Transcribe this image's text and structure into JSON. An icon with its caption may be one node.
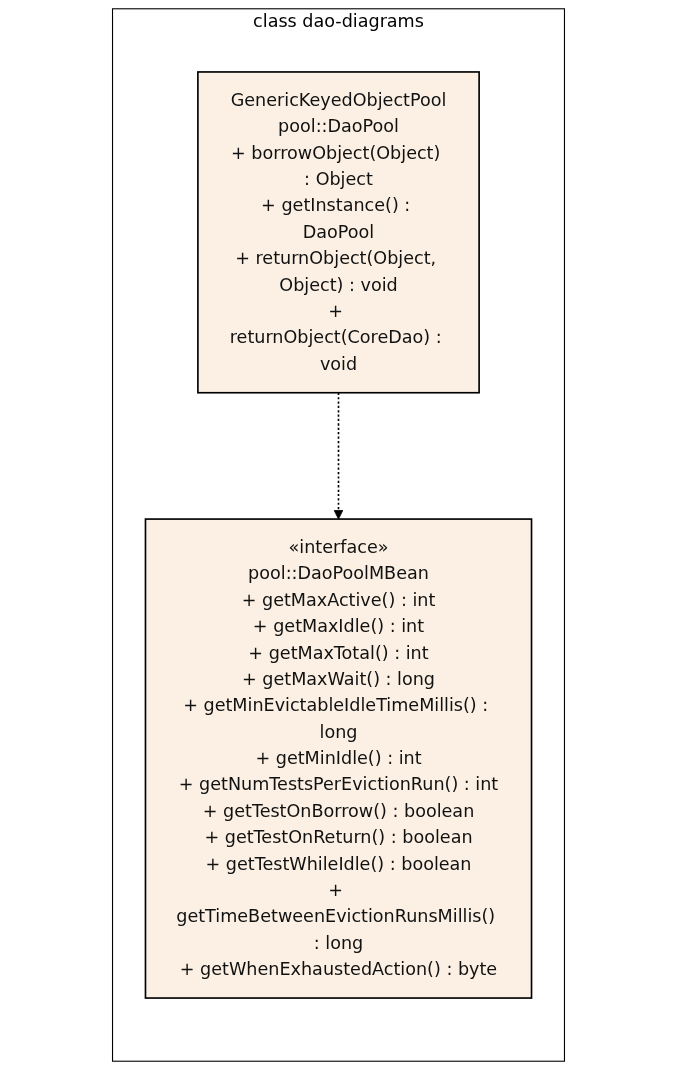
{
  "diagram": {
    "nodes": [
      {
        "text": [
          "class dao-diagrams"
        ]
      },
      {
        "text": [
          "«interface»",
          "pool::DaoPoolMBean",
          "+ getMaxActive() : int",
          "+ getMaxIdle() : int",
          "+ getMaxTotal() : int",
          "+ getMaxWait() : long",
          "+ getMinEvictableIdleTimeMillis() : long",
          "+ getMinIdle() : int",
          "+ getNumTestsPerEvictionRun() : int",
          "+ getTestOnBorrow() : boolean",
          "+ getTestOnReturn() : boolean",
          "+ getTestWhileIdle() : boolean",
          "+ getTimeBetweenEvictionRunsMillis() : long",
          "+ getWhenExhaustedAction() : byte"
        ],
        "in": 0
      },
      {
        "text": [
          "GenericKeyedObjectPool",
          "pool::DaoPool",
          "+ borrowObject(Object) : Object",
          "+ getInstance() : DaoPool",
          "+ returnObject(Object, Object) : void",
          "+ returnObject(CoreDao) : void"
        ],
        "in": 0
      }
    ],
    "edges": [
      {
        "from": 2,
        "to": 1,
        "arrow": "to",
        "style": "dashed"
      }
    ]
  }
}
